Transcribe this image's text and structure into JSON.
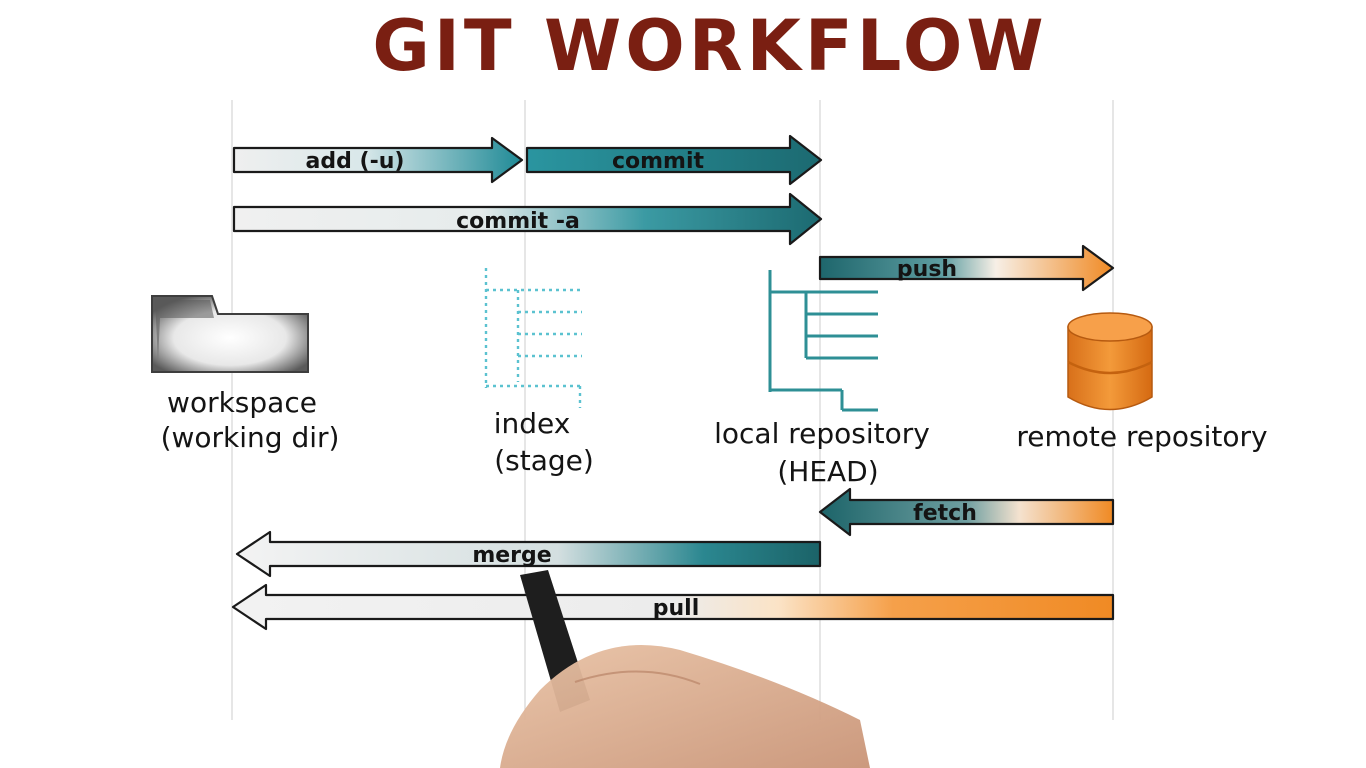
{
  "title": "GIT WORKFLOW",
  "nodes": {
    "workspace": {
      "line1": "workspace",
      "line2": "(working dir)"
    },
    "index": {
      "line1": "index",
      "line2": "(stage)"
    },
    "local_repository": {
      "line1": "local repository",
      "line2": "(HEAD)"
    },
    "remote_repository": {
      "line1": "remote repository"
    }
  },
  "arrows": {
    "add": "add (-u)",
    "commit": "commit",
    "commit_a": "commit -a",
    "push": "push",
    "fetch": "fetch",
    "merge": "merge",
    "pull": "pull"
  },
  "colors": {
    "title": "#7a1f12",
    "teal": "#1f7a86",
    "dark_teal": "#195e63",
    "orange": "#f08a24",
    "light_gray": "#ededed",
    "folder": "#5a5a5a",
    "index_lines": "#5bc2d0",
    "repo_lines": "#2e8f95"
  },
  "icons": {
    "workspace": "folder-icon",
    "index": "dotted-tree-icon",
    "local_repository": "tree-icon",
    "remote_repository": "database-icon"
  }
}
